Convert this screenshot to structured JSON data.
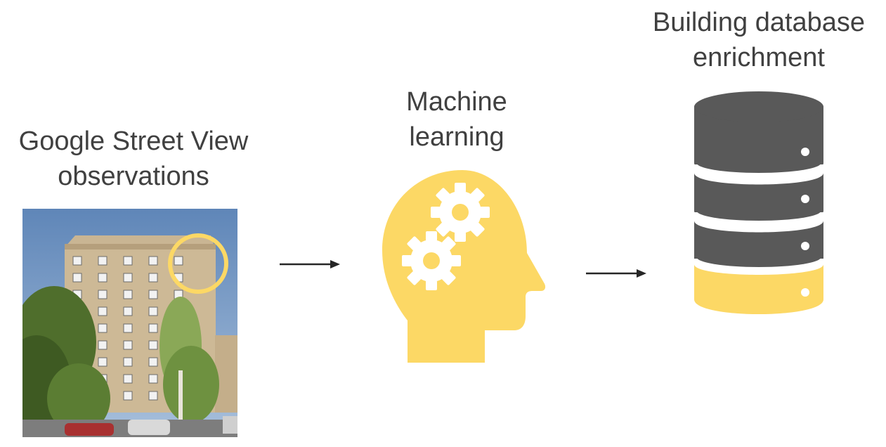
{
  "steps": [
    {
      "id": "gsv",
      "title_lines": [
        "Google Street View",
        "observations"
      ],
      "icon": "street-view-photo"
    },
    {
      "id": "ml",
      "title_lines": [
        "Machine",
        "learning"
      ],
      "icon": "head-gears-icon"
    },
    {
      "id": "db",
      "title_lines": [
        "Building database",
        "enrichment"
      ],
      "icon": "database-icon"
    }
  ],
  "colors": {
    "text": "#404040",
    "accent": "#fcd865",
    "database": "#595959",
    "arrow": "#262626"
  }
}
